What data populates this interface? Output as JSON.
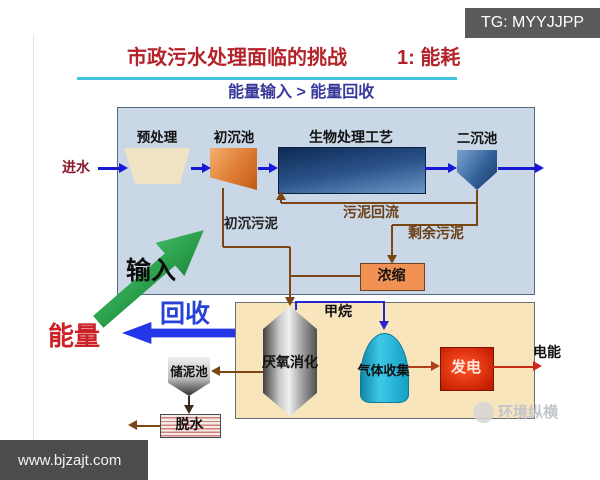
{
  "badges": {
    "tg": "TG: MYYJJPP",
    "website": "www.bjzajt.com",
    "watermark": "环境纵横"
  },
  "header": {
    "title": "市政污水处理面临的挑战",
    "challenge_number": "1: 能耗",
    "subtitle": "能量输入 > 能量回收"
  },
  "flows": {
    "influent": "进水",
    "primary_sludge": "初沉污泥",
    "sludge_return": "污泥回流",
    "excess_sludge": "剩余污泥",
    "methane": "甲烷",
    "electricity": "电能"
  },
  "units": {
    "pretreatment": "预处理",
    "primary_clarifier": "初沉池",
    "biological_process": "生物处理工艺",
    "secondary_clarifier": "二沉池",
    "thickener": "浓缩",
    "anaerobic_digester": "厌氧消化",
    "gas_collection": "气体收集",
    "power_generation": "发电",
    "sludge_storage": "储泥池",
    "dewatering": "脱水"
  },
  "energy": {
    "input": "输入",
    "recovery": "回收",
    "energy": "能量"
  },
  "colors": {
    "title_red": "#b5232a",
    "subtitle_blue": "#39399b",
    "flow_blue": "#1818d8",
    "pipe_brown": "#7a4613",
    "methane_blue": "#2626cc",
    "electricity_red": "#cc2a18",
    "energy_red": "#cc2127",
    "recovery_blue": "#2742d8",
    "input_green": "#2ca24c",
    "panel_main_blue": "#c9d7e6",
    "panel_energy_tan": "#f8e5bc"
  }
}
